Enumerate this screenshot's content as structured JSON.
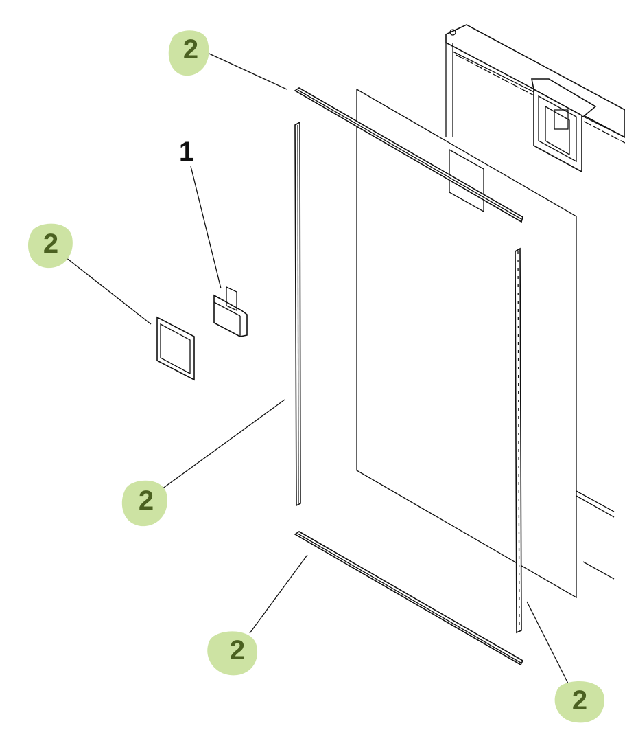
{
  "diagram": {
    "type": "exploded-parts-diagram",
    "badge_color": "#cde3a3",
    "badge_text_color": "#4b6121",
    "callouts": [
      {
        "id": "part-1",
        "label": "1",
        "style": "plain"
      },
      {
        "id": "part-2-top-strip",
        "label": "2",
        "style": "badge"
      },
      {
        "id": "part-2-frame",
        "label": "2",
        "style": "badge"
      },
      {
        "id": "part-2-left-strip",
        "label": "2",
        "style": "badge"
      },
      {
        "id": "part-2-bottom-strip",
        "label": "2",
        "style": "badge"
      },
      {
        "id": "part-2-right-strip",
        "label": "2",
        "style": "badge"
      }
    ]
  }
}
